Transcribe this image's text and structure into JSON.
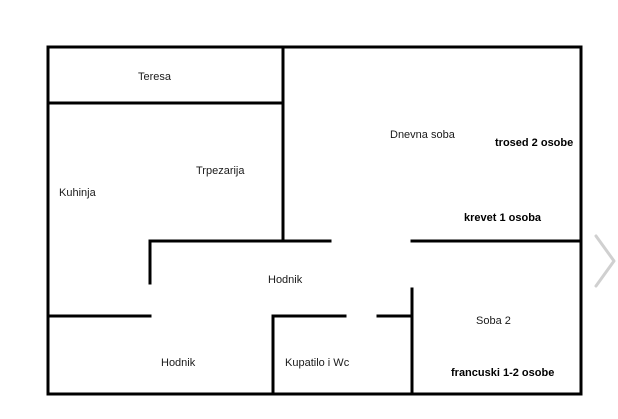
{
  "rooms": {
    "terrace": "Teresa",
    "living_room": "Dnevna soba",
    "dining": "Trpezarija",
    "kitchen": "Kuhinja",
    "hall_center": "Hodnik",
    "hall_bottom": "Hodnik",
    "bathroom": "Kupatilo i Wc",
    "bedroom_2": "Soba 2"
  },
  "furniture": {
    "sofa": "trosed 2 osobe",
    "single_bed": "krevet 1 osoba",
    "double_bed": "francuski 1-2 osobe"
  },
  "colors": {
    "wall": "#000000",
    "arrow": "#d0d0d0"
  },
  "icons": {
    "next": "chevron-right-icon"
  }
}
